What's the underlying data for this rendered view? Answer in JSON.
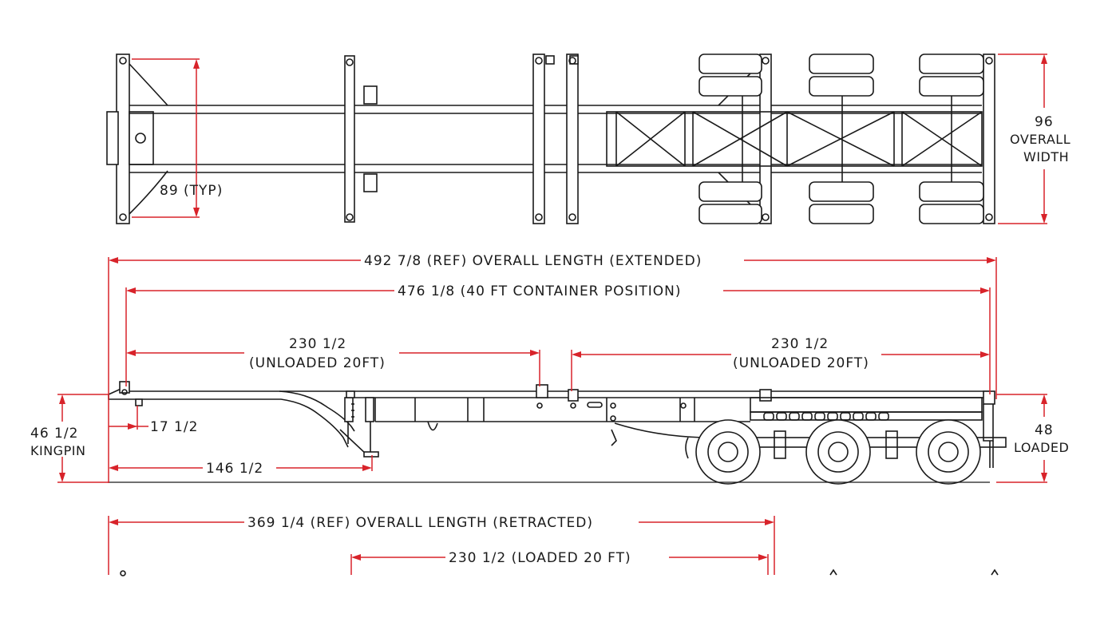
{
  "dimensions": {
    "typ_width": "89 (TYP)",
    "overall_width_value": "96",
    "overall_width_label_1": "OVERALL",
    "overall_width_label_2": "WIDTH",
    "extended_length": "492 7/8 (REF) OVERALL LENGTH (EXTENDED)",
    "container_40ft": "476 1/8 (40 FT CONTAINER POSITION)",
    "unloaded_left_value": "230 1/2",
    "unloaded_left_label": "(UNLOADED 20FT)",
    "unloaded_right_value": "230 1/2",
    "unloaded_right_label": "(UNLOADED 20FT)",
    "kingpin_value": "46 1/2",
    "kingpin_label": "KINGPIN",
    "offset_17": "17 1/2",
    "landing_gear": "146 1/2",
    "loaded_height_value": "48",
    "loaded_height_label": "LOADED",
    "retracted_length": "369 1/4 (REF) OVERALL LENGTH (RETRACTED)",
    "loaded_20ft": "230 1/2 (LOADED 20 FT)"
  },
  "colors": {
    "dimension_lines": "#d8232a",
    "outline": "#1a1a1a"
  }
}
